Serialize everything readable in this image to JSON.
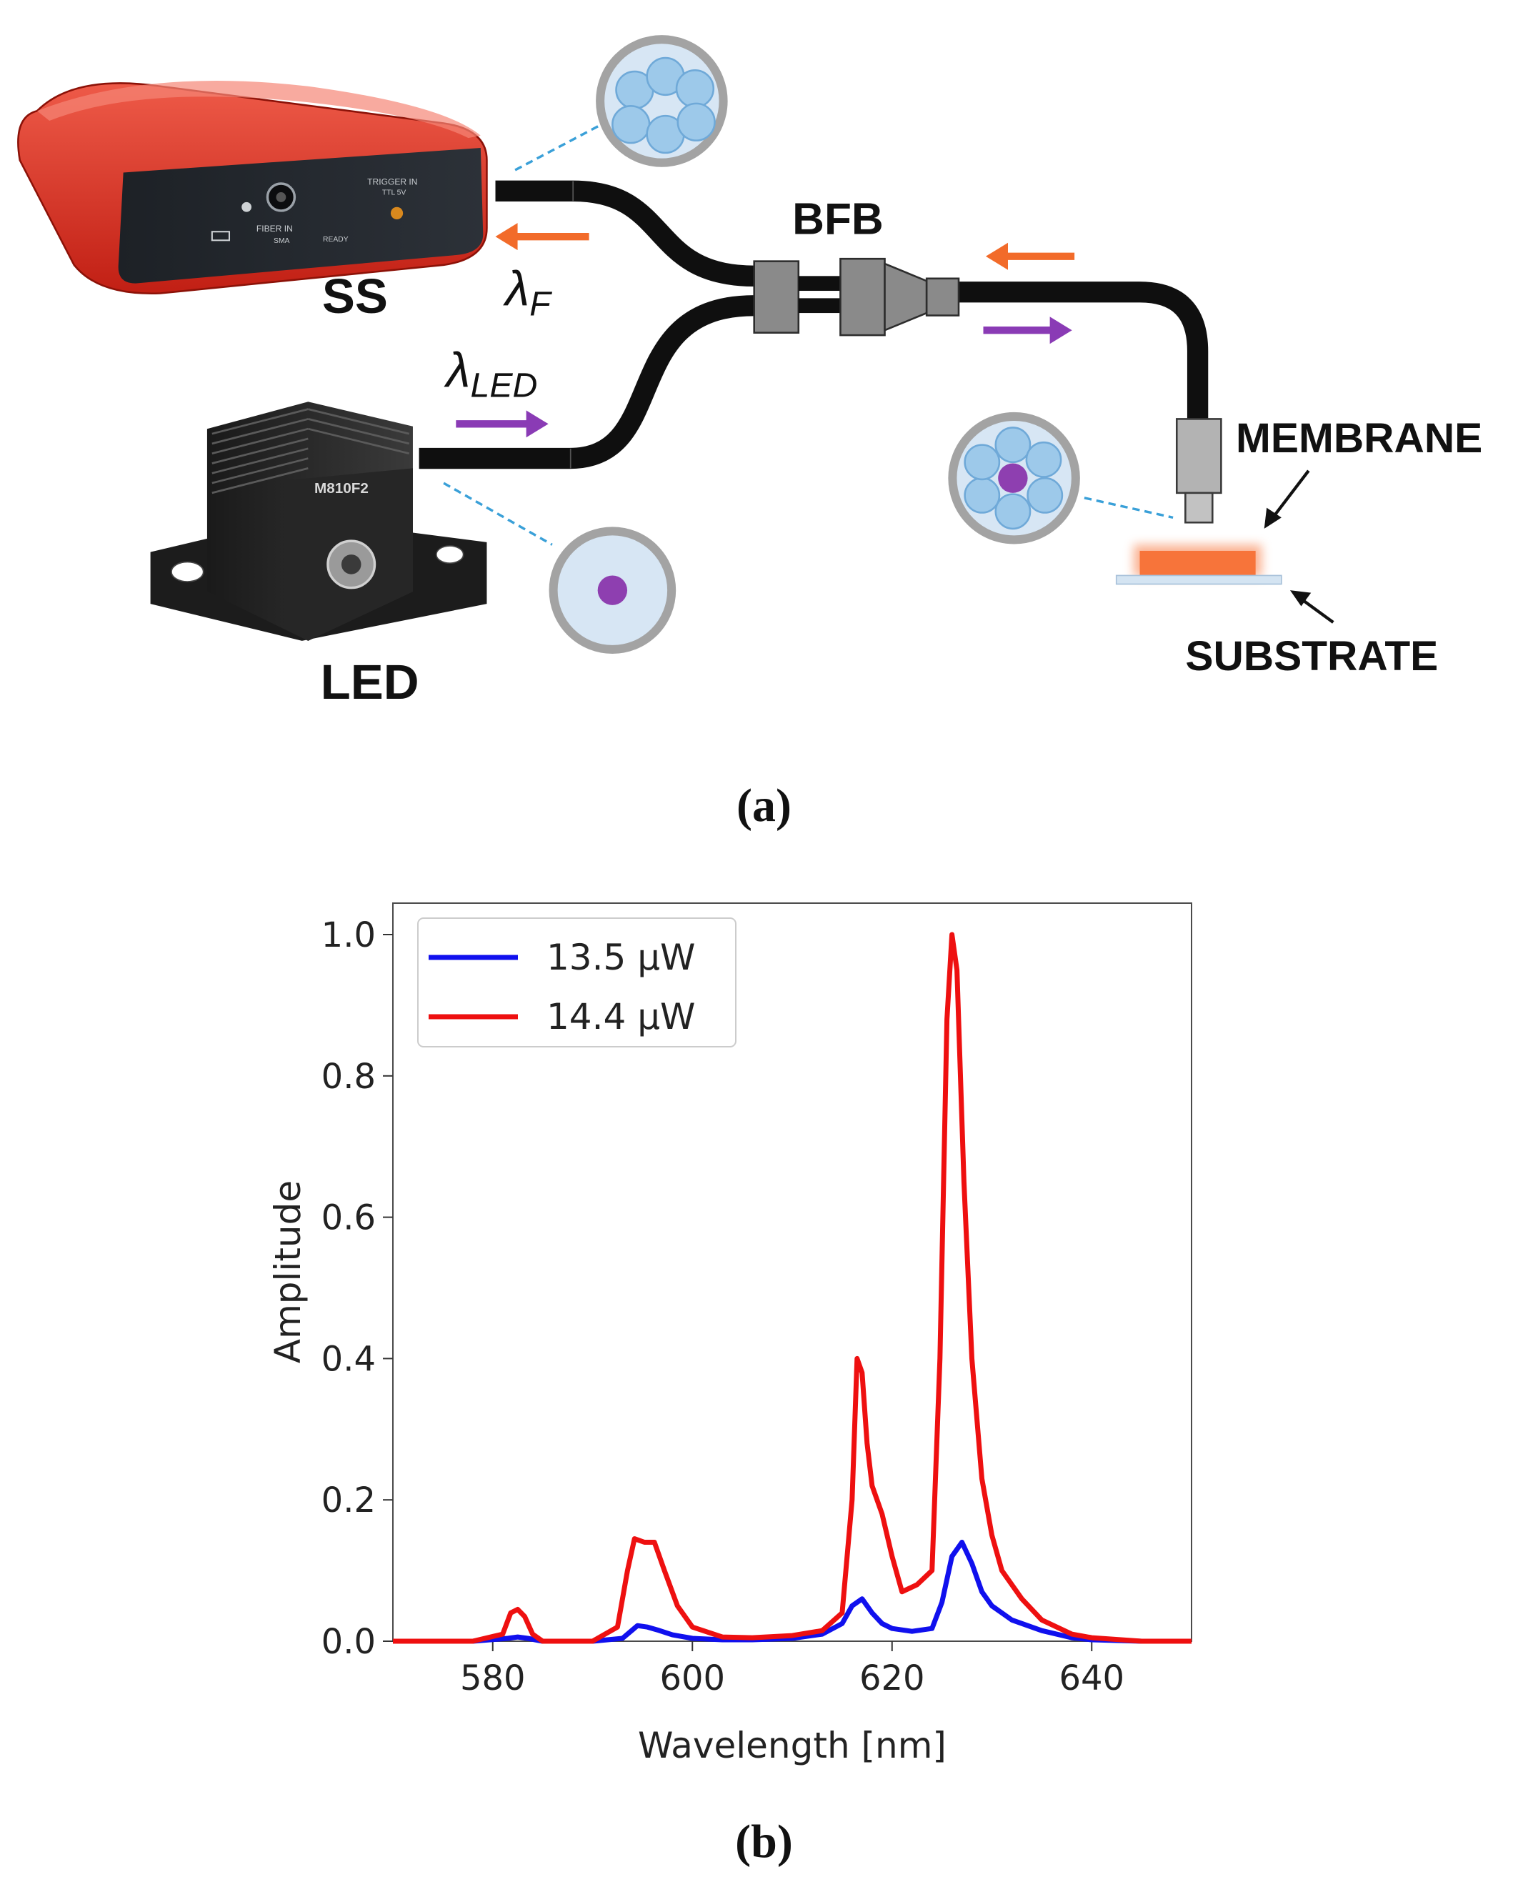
{
  "panel_a": {
    "labels": {
      "ss": "SS",
      "led": "LED",
      "bfb": "BFB",
      "membrane": "MEMBRANE",
      "substrate": "SUBSTRATE",
      "lambda_f_main": "λ",
      "lambda_f_sub": "F",
      "lambda_led_main": "λ",
      "lambda_led_sub": "LED",
      "led_model": "M810F2",
      "ss_fiber_in": "FIBER IN",
      "ss_sma": "SMA",
      "ss_trigger_in": "TRIGGER IN",
      "ss_ttl": "TTL 5V",
      "ss_ready": "READY"
    },
    "caption": "(a)",
    "colors": {
      "ss_body": "#d42a1c",
      "fluorescence_arrow": "#f26b2a",
      "led_arrow": "#8a3bb5",
      "fiber": "#0f0f0f",
      "fiber_core": "#9dc9ea",
      "led_core": "#8e3fb0",
      "membrane": "#f7743a"
    }
  },
  "panel_b": {
    "caption": "(b)",
    "chart_data": {
      "type": "line",
      "xlabel": "Wavelength [nm]",
      "ylabel": "Amplitude",
      "xlim": [
        570,
        650
      ],
      "ylim": [
        0,
        1.0
      ],
      "xticks": [
        "580",
        "600",
        "620",
        "640"
      ],
      "yticks": [
        "0.0",
        "0.2",
        "0.4",
        "0.6",
        "0.8",
        "1.0"
      ],
      "legend_position": "top-left",
      "grid": false,
      "series": [
        {
          "name": "13.5 µW",
          "color": "#1010ee",
          "x": [
            570,
            578,
            581.5,
            582.5,
            583.5,
            585,
            590,
            593,
            594.5,
            595.5,
            596.5,
            598,
            600,
            603,
            606,
            610,
            613,
            615,
            616,
            617,
            618,
            619,
            620,
            622,
            624,
            625,
            626,
            627,
            628,
            629,
            630,
            632,
            635,
            638,
            640,
            645,
            650
          ],
          "y": [
            0.0,
            0.0,
            0.004,
            0.006,
            0.004,
            0.0,
            0.0,
            0.004,
            0.022,
            0.02,
            0.016,
            0.009,
            0.004,
            0.002,
            0.002,
            0.004,
            0.01,
            0.025,
            0.05,
            0.06,
            0.04,
            0.025,
            0.018,
            0.014,
            0.018,
            0.055,
            0.12,
            0.14,
            0.11,
            0.07,
            0.05,
            0.03,
            0.015,
            0.005,
            0.002,
            0.0,
            0.0
          ]
        },
        {
          "name": "14.4 µW",
          "color": "#ee1010",
          "x": [
            570,
            578,
            581,
            581.8,
            582.5,
            583.2,
            584,
            585,
            590,
            592.5,
            593.5,
            594.2,
            595.2,
            596.2,
            597.2,
            598.5,
            600,
            603,
            606,
            610,
            613,
            615,
            616,
            616.5,
            617,
            617.5,
            618,
            619,
            620,
            621,
            622.5,
            624,
            624.8,
            625.5,
            626,
            626.5,
            627.2,
            628,
            629,
            630,
            631,
            633,
            635,
            638,
            640,
            645,
            650
          ],
          "y": [
            0.0,
            0.0,
            0.01,
            0.04,
            0.045,
            0.035,
            0.01,
            0.0,
            0.0,
            0.02,
            0.1,
            0.145,
            0.14,
            0.14,
            0.1,
            0.05,
            0.02,
            0.006,
            0.005,
            0.008,
            0.015,
            0.04,
            0.2,
            0.4,
            0.38,
            0.28,
            0.22,
            0.18,
            0.12,
            0.07,
            0.08,
            0.1,
            0.4,
            0.88,
            1.0,
            0.95,
            0.65,
            0.4,
            0.23,
            0.15,
            0.1,
            0.06,
            0.03,
            0.01,
            0.005,
            0.0,
            0.0
          ]
        }
      ]
    }
  }
}
